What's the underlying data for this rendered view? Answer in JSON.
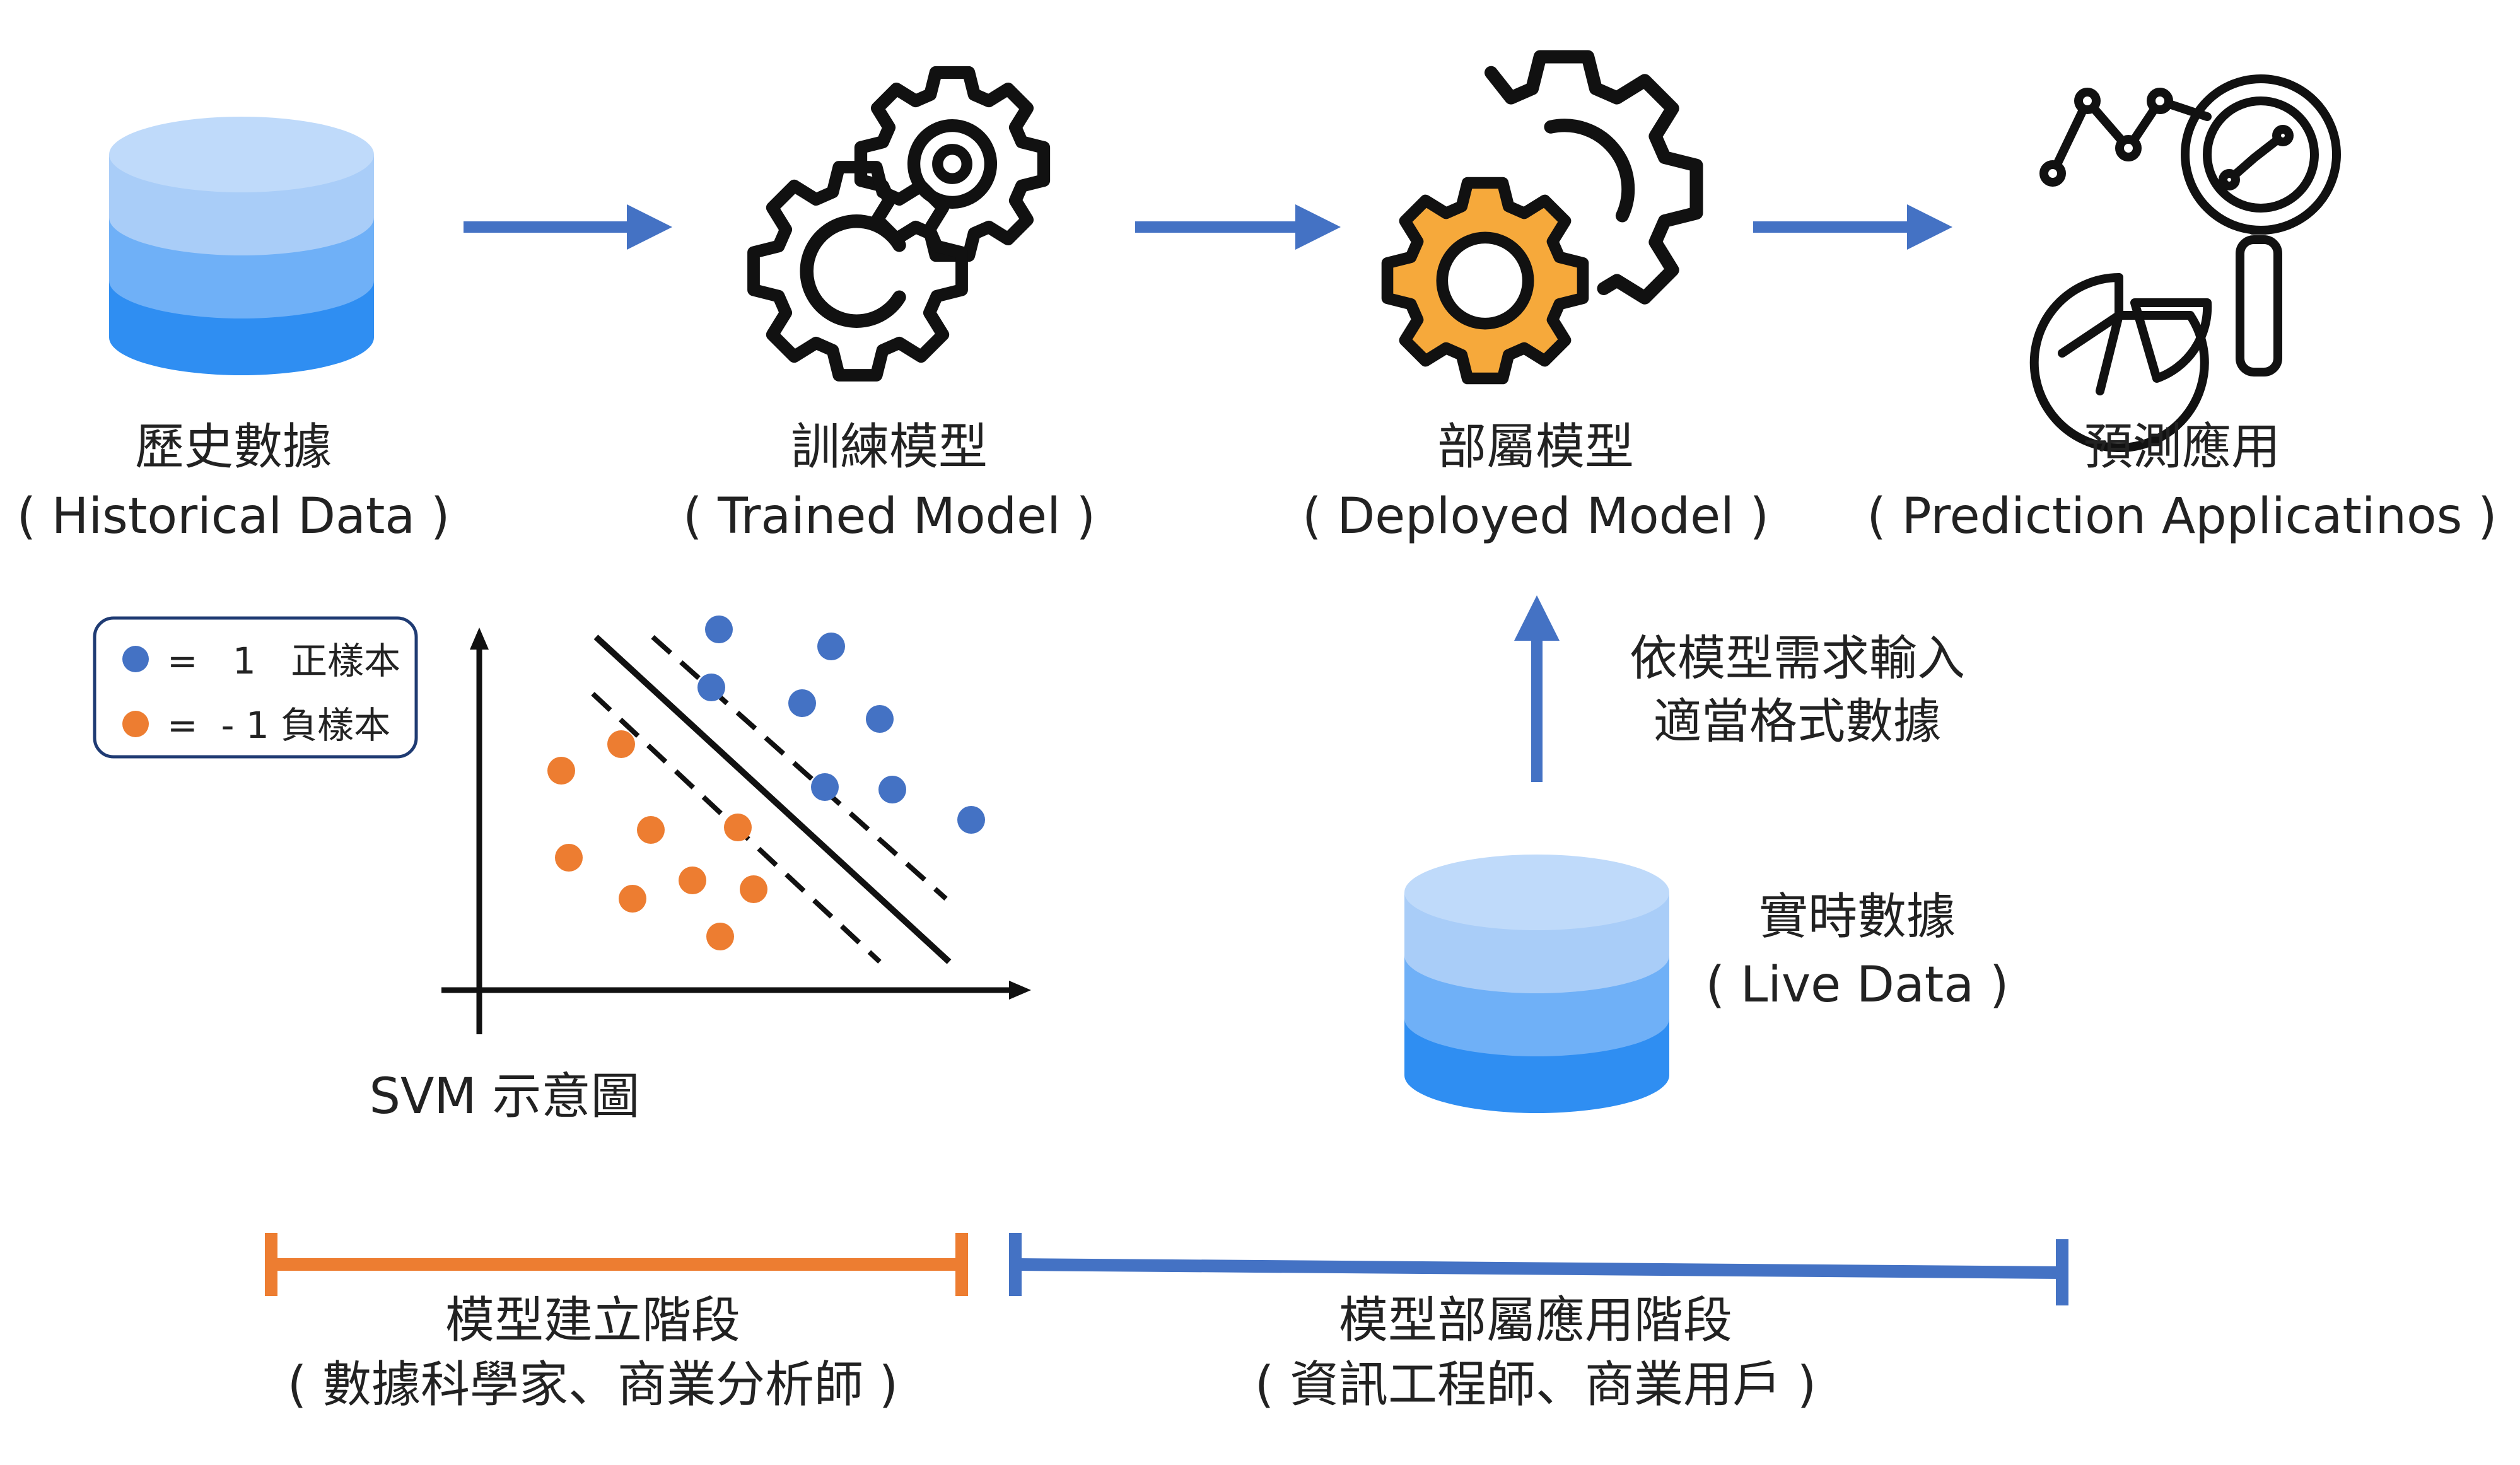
{
  "stages": [
    {
      "title": "歷史數據",
      "subtitle": "( Historical Data )",
      "icon": "database-icon"
    },
    {
      "title": "訓練模型",
      "subtitle": "( Trained Model )",
      "icon": "gears-icon"
    },
    {
      "title": "部屬模型",
      "subtitle": "( Deployed Model )",
      "icon": "gear-highlight-icon"
    },
    {
      "title": "預測應用",
      "subtitle": "( Prediction Applicatinos )",
      "icon": "analytics-icon"
    }
  ],
  "input_note": {
    "line1": "依模型需求輸入",
    "line2": "適當格式數據"
  },
  "live_data": {
    "title": "實時數據",
    "subtitle": "( Live Data )"
  },
  "svm": {
    "caption": "SVM 示意圖",
    "legend": {
      "pos_text": "=   1   正樣本",
      "neg_text": "=  - 1 負樣本"
    },
    "colors": {
      "positive": "#4472C4",
      "negative": "#ED7D31"
    }
  },
  "phases": [
    {
      "title": "模型建立階段",
      "subtitle": "( 數據科學家、商業分析師 )",
      "color": "#ED7D31"
    },
    {
      "title": "模型部屬應用階段",
      "subtitle": "( 資訊工程師、商業用戶 )",
      "color": "#4472C4"
    }
  ],
  "colors": {
    "arrow": "#4472C4",
    "gear_accent": "#F6A93B",
    "db_top": "#A9CDF8",
    "db_mid": "#6FB0F7",
    "db_bottom": "#2F8EF2"
  }
}
